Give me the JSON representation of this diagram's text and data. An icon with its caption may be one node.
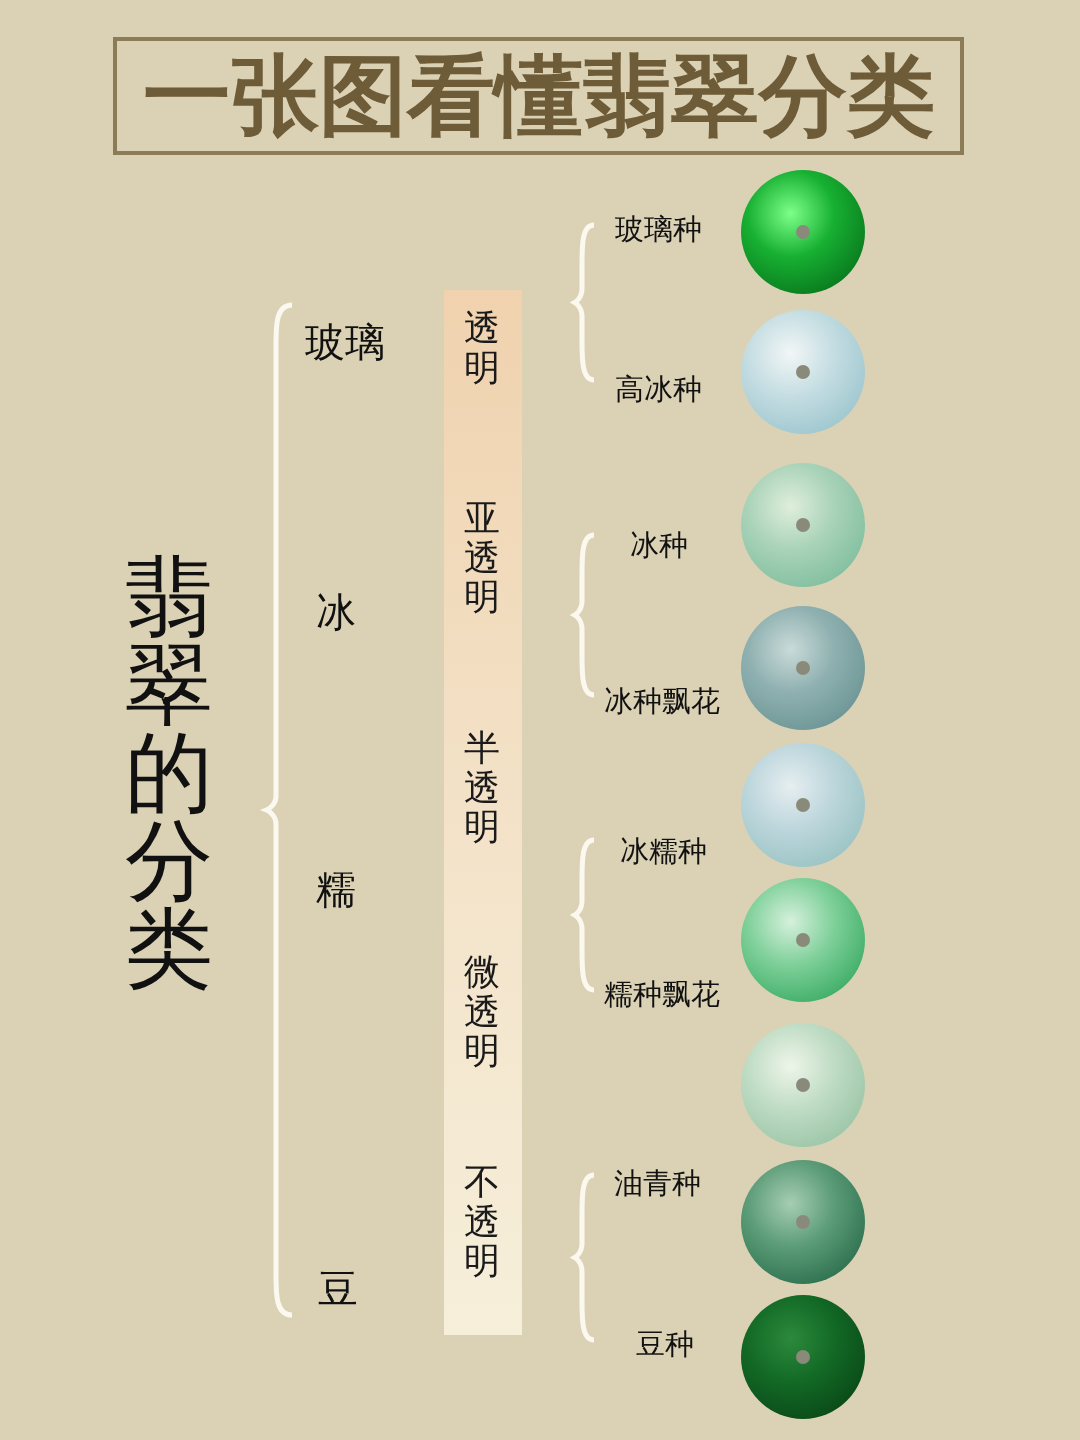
{
  "diagram": {
    "title": "一张图看懂翡翠分类",
    "nodes": [
      {
        "text": [
          "透明",
          "亚透明",
          "半透明",
          "微透明",
          "不透明"
        ]
      }
    ],
    "labels": [
      "翡翠的分类",
      "玻璃",
      "冰",
      "糯",
      "豆",
      "玻璃种",
      "高冰种",
      "冰种",
      "冰种飘花",
      "冰糯种",
      "糯种飘花",
      "油青种",
      "豆种"
    ]
  }
}
